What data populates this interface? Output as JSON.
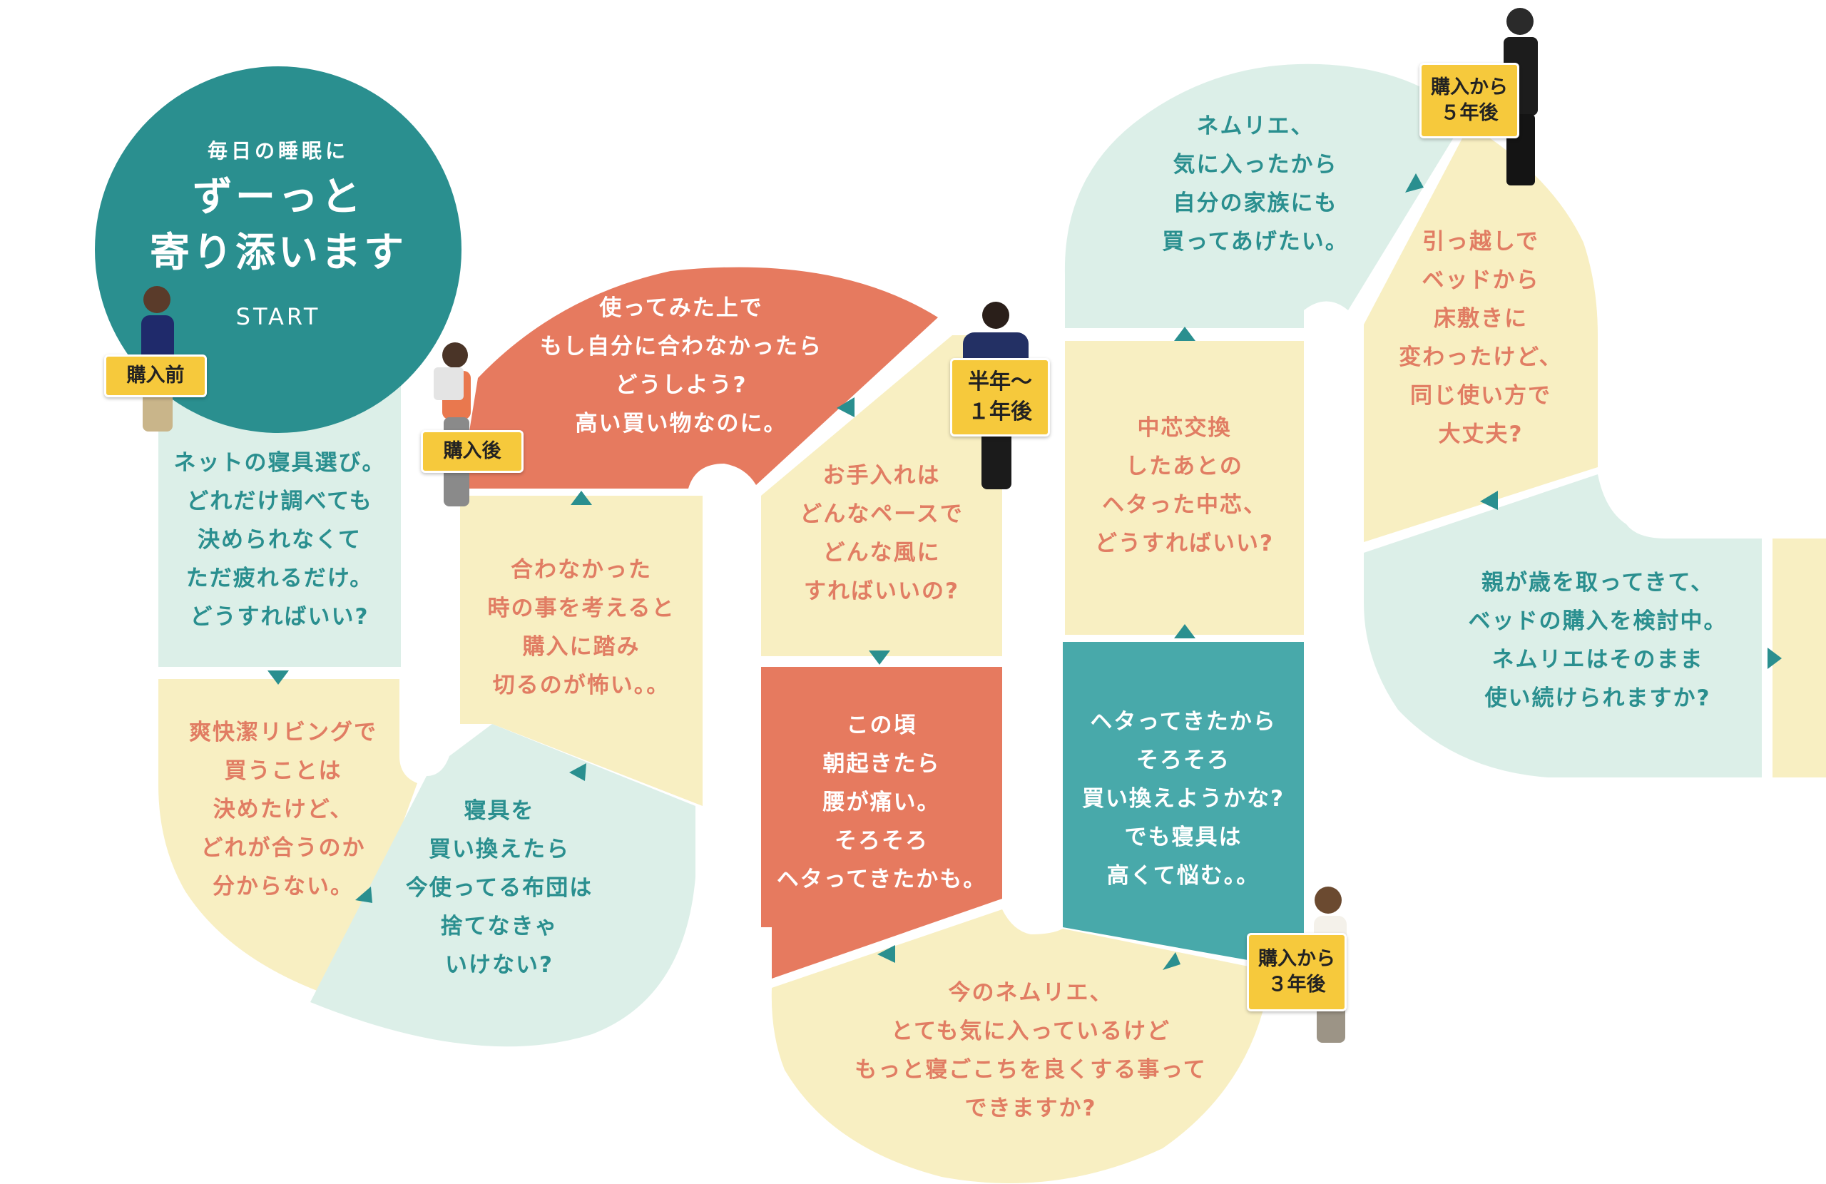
{
  "start": {
    "subtitle": "毎日の睡眠に",
    "headline": [
      "ずーっと",
      "寄り添います"
    ],
    "label": "START"
  },
  "badges": {
    "before": [
      "購入前"
    ],
    "after": [
      "購入後"
    ],
    "half_year": [
      "半年～",
      "１年後"
    ],
    "three_years": [
      "購入から",
      "３年後"
    ],
    "five_years": [
      "購入から",
      "５年後"
    ]
  },
  "squares": {
    "net": [
      "ネットの寝具選び。",
      "どれだけ調べても",
      "決められなくて",
      "ただ疲れるだけ。",
      "どうすればいい?"
    ],
    "soukai": [
      "爽快潔リビングで",
      "買うことは",
      "決めたけど、",
      "どれが合うのか",
      "分からない。"
    ],
    "replace": [
      "寝具を",
      "買い換えたら",
      "今使ってる布団は",
      "捨てなきゃ",
      "いけない?"
    ],
    "afraid": [
      "合わなかった",
      "時の事を考えると",
      "購入に踏み",
      "切るのが怖い。。"
    ],
    "tried": [
      "使ってみた上で",
      "もし自分に合わなかったら",
      "どうしよう?",
      "高い買い物なのに。"
    ],
    "care": [
      "お手入れは",
      "どんなペースで",
      "どんな風に",
      "すればいいの?"
    ],
    "backpain": [
      "この頃",
      "朝起きたら",
      "腰が痛い。",
      "そろそろ",
      "ヘタってきたかも。"
    ],
    "comfort": [
      "今のネムリエ、",
      "とても気に入っているけど",
      "もっと寝ごこちを良くする事って",
      "できますか?"
    ],
    "worn": [
      "ヘタってきたから",
      "そろそろ",
      "買い換えようかな?",
      "でも寝具は",
      "高くて悩む。。"
    ],
    "core": [
      "中芯交換",
      "したあとの",
      "ヘタった中芯、",
      "どうすればいい?"
    ],
    "family": [
      "ネムリエ、",
      "気に入ったから",
      "自分の家族にも",
      "買ってあげたい。"
    ],
    "moving": [
      "引っ越しで",
      "ベッドから",
      "床敷きに",
      "変わったけど、",
      "同じ使い方で",
      "大丈夫?"
    ],
    "parents": [
      "親が歳を取ってきて、",
      "ベッドの購入を検討中。",
      "ネムリエはそのまま",
      "使い続けられますか?"
    ]
  },
  "colors": {
    "teal": "#2a8f8f",
    "teal_light": "#dcefe8",
    "teal_tile": "#48a9aa",
    "cream": "#f8efc2",
    "coral": "#e67a5f",
    "badge": "#f6c93c"
  }
}
